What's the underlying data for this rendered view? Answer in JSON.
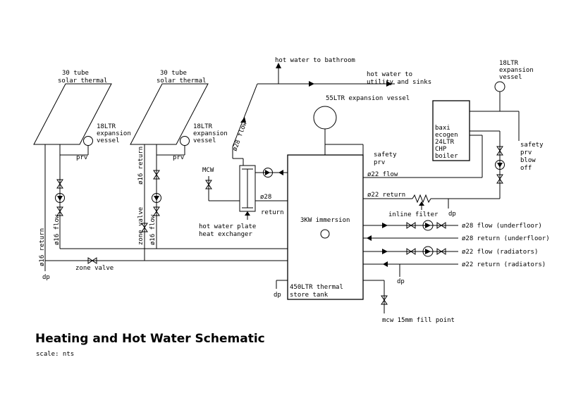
{
  "title": "Heating and Hot Water Schematic",
  "scale": "scale: nts",
  "labels": {
    "panel1_a": "30 tube",
    "panel1_b": "solar thermal",
    "panel2_a": "30 tube",
    "panel2_b": "solar thermal",
    "exp1_a": "18LTR",
    "exp1_b": "expansion",
    "exp1_c": "vessel",
    "exp2_a": "18LTR",
    "exp2_b": "expansion",
    "exp2_c": "vessel",
    "exp3_a": "18LTR",
    "exp3_b": "expansion",
    "exp3_c": "vessel",
    "exp55": "55LTR expansion vessel",
    "prv1": "prv",
    "prv2": "prv",
    "hw_bathroom": "hot water to bathroom",
    "hw_utility_a": "hot water to",
    "hw_utility_b": "utility and sinks",
    "flow28_diag": "ø28 flow",
    "mcw": "MCW",
    "safety_prv_a": "safety",
    "safety_prv_b": "prv",
    "flow22": "ø22 flow",
    "return22": "ø22 return",
    "return28_hx": "ø28",
    "return_hx": "return",
    "hx_a": "hot water plate",
    "hx_b": "heat exchanger",
    "immersion": "3KW immersion",
    "inline_filter": "inline filter",
    "dp_boiler": "dp",
    "dp_left": "dp",
    "dp_tank": "dp",
    "dp_rad": "dp",
    "uf_flow": "ø28 flow (underfloor)",
    "uf_return": "ø28 return (underfloor)",
    "rad_flow": "ø22 flow (radiators)",
    "rad_return": "ø22 return (radiators)",
    "tank_a": "450LTR thermal",
    "tank_b": "store tank",
    "mcw_fill": "mcw 15mm fill point",
    "boiler_a": "baxi",
    "boiler_b": "ecogen",
    "boiler_c": "24LTR",
    "boiler_d": "CHP",
    "boiler_e": "boiler",
    "boiler_safety_a": "safety",
    "boiler_safety_b": "prv",
    "boiler_safety_c": "blow",
    "boiler_safety_d": "off",
    "zone_valve_h": "zone valve",
    "zone_valve_v": "zone valve",
    "p1_return": "ø16 return",
    "p1_flow": "ø16 flow",
    "p2_return": "ø16 return",
    "p2_flow": "ø16 flow"
  }
}
